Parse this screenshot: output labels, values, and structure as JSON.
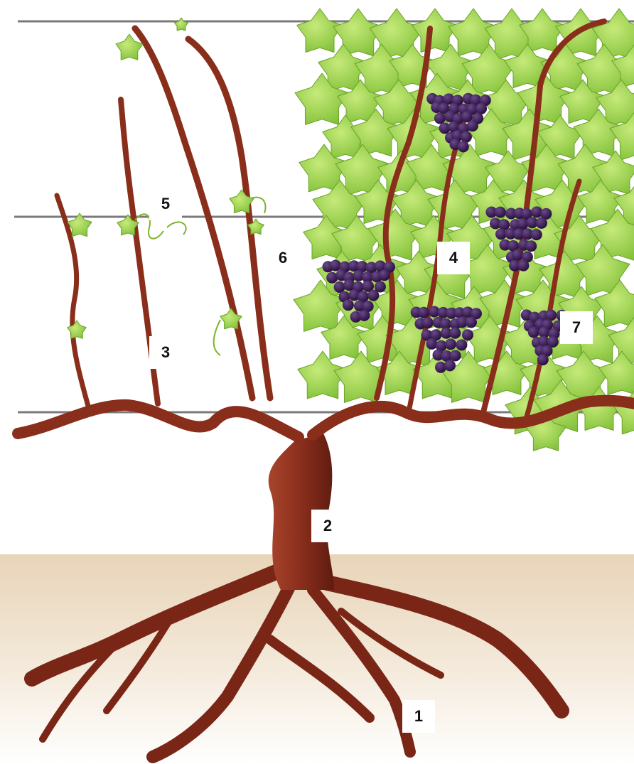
{
  "diagram": {
    "subject": "grapevine",
    "labels": [
      {
        "id": "1",
        "text": "1"
      },
      {
        "id": "2",
        "text": "2"
      },
      {
        "id": "3",
        "text": "3"
      },
      {
        "id": "4",
        "text": "4"
      },
      {
        "id": "5",
        "text": "5"
      },
      {
        "id": "6",
        "text": "6"
      },
      {
        "id": "7",
        "text": "7"
      }
    ],
    "colors": {
      "wood": "#8a2e1c",
      "wood_dark": "#5a1a10",
      "leaf": "#9bd14a",
      "leaf_dark": "#6aa32a",
      "grape": "#3b1a55",
      "soil": "#ead9c2",
      "wire": "#7a7a7a"
    }
  }
}
